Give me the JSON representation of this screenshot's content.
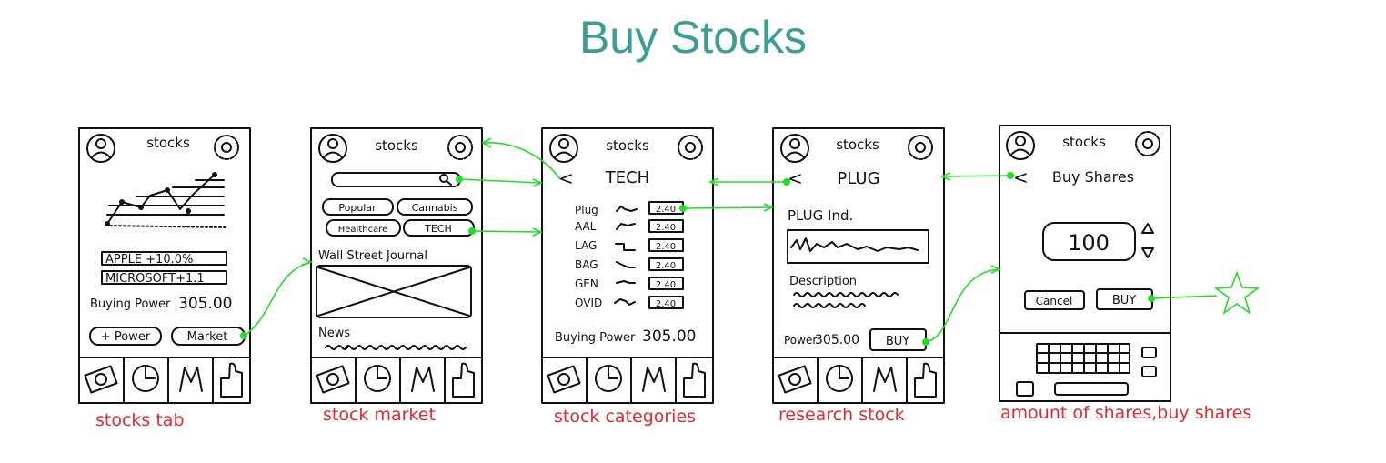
{
  "page_title": "Buy Stocks",
  "screens": [
    {
      "header": "stocks",
      "stocks": [
        "APPLE +10.0%",
        "MICROSOFT+1.1"
      ],
      "buying_power_label": "Buying Power",
      "buying_power_value": "305.00",
      "power_button": "+ Power",
      "market_button": "Market",
      "caption": "stocks tab"
    },
    {
      "header": "stocks",
      "chips": [
        "Popular",
        "Cannabis",
        "Healthcare",
        "TECH"
      ],
      "source": "Wall Street Journal",
      "news_label": "News",
      "caption": "stock market"
    },
    {
      "header": "stocks",
      "back": "<",
      "category_title": "TECH",
      "tickers": [
        "Plug",
        "AAL",
        "LAG",
        "BAG",
        "GEN",
        "OVID"
      ],
      "price": "2.40",
      "buying_power_label": "Buying Power",
      "buying_power_value": "305.00",
      "caption": "stock categories"
    },
    {
      "header": "stocks",
      "back": "<",
      "ticker_title": "PLUG",
      "company": "PLUG Ind.",
      "description_label": "Description",
      "power_label": "Power",
      "power_value": "305.00",
      "buy_button": "BUY",
      "caption": "research stock"
    },
    {
      "header": "stocks",
      "back": "<",
      "screen_title": "Buy Shares",
      "quantity": "100",
      "cancel_button": "Cancel",
      "buy_button": "BUY",
      "caption": "amount of shares,buy shares"
    }
  ],
  "colors": {
    "title": "#3a9e93",
    "caption": "#e8262b",
    "arrow": "#22dd22",
    "ink": "#111111"
  },
  "icons": [
    "profile-icon",
    "settings-gear-icon",
    "search-icon",
    "money-tab-icon",
    "portfolio-pie-icon",
    "market-m-icon",
    "thumbs-up-tab-icon",
    "star-icon"
  ]
}
